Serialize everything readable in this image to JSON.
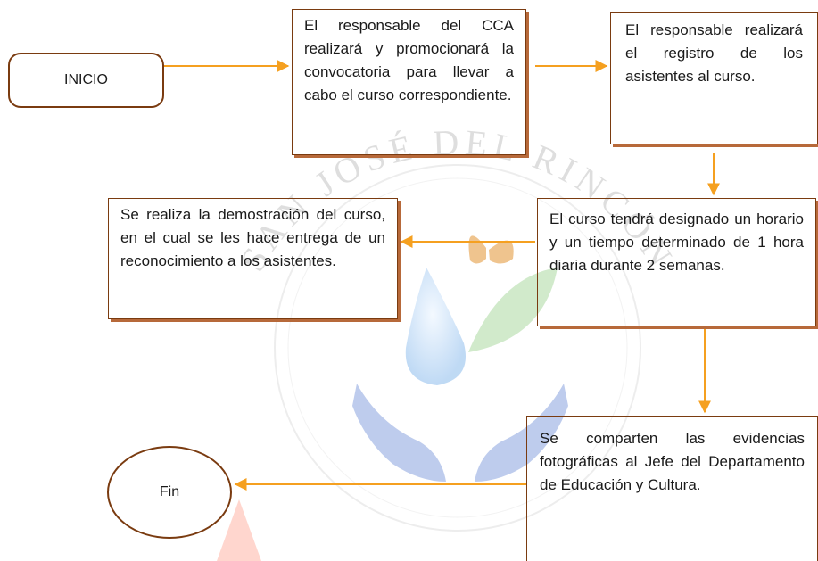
{
  "nodes": {
    "start": "INICIO",
    "step1": "El responsable del CCA realizará y promocionará la convocatoria para llevar a cabo el curso correspondiente.",
    "step2": "El responsable realizará el registro de los asistentes al curso.",
    "step3": "El curso tendrá designado un horario y un tiempo determinado de 1 hora diaria durante 2 semanas.",
    "step4": "Se realiza la demostración del curso, en el cual se les hace entrega de un reconocimiento a los asistentes.",
    "step5": "Se comparten las evidencias fotográficas al Jefe del Departamento de Educación y Cultura.",
    "end": "Fin"
  },
  "watermark": {
    "text": "SAN JOSÉ DEL RINCÓN"
  },
  "colors": {
    "arrow": "#f5a020",
    "box_border": "#7a3b10",
    "box_shadow": "#b7693a",
    "watermark_text": "#b8b8b8",
    "watermark_blue": "#6f8fd8"
  },
  "icons": [
    "butterfly-icon",
    "water-drop-icon",
    "hands-icon",
    "leaf-icon"
  ]
}
